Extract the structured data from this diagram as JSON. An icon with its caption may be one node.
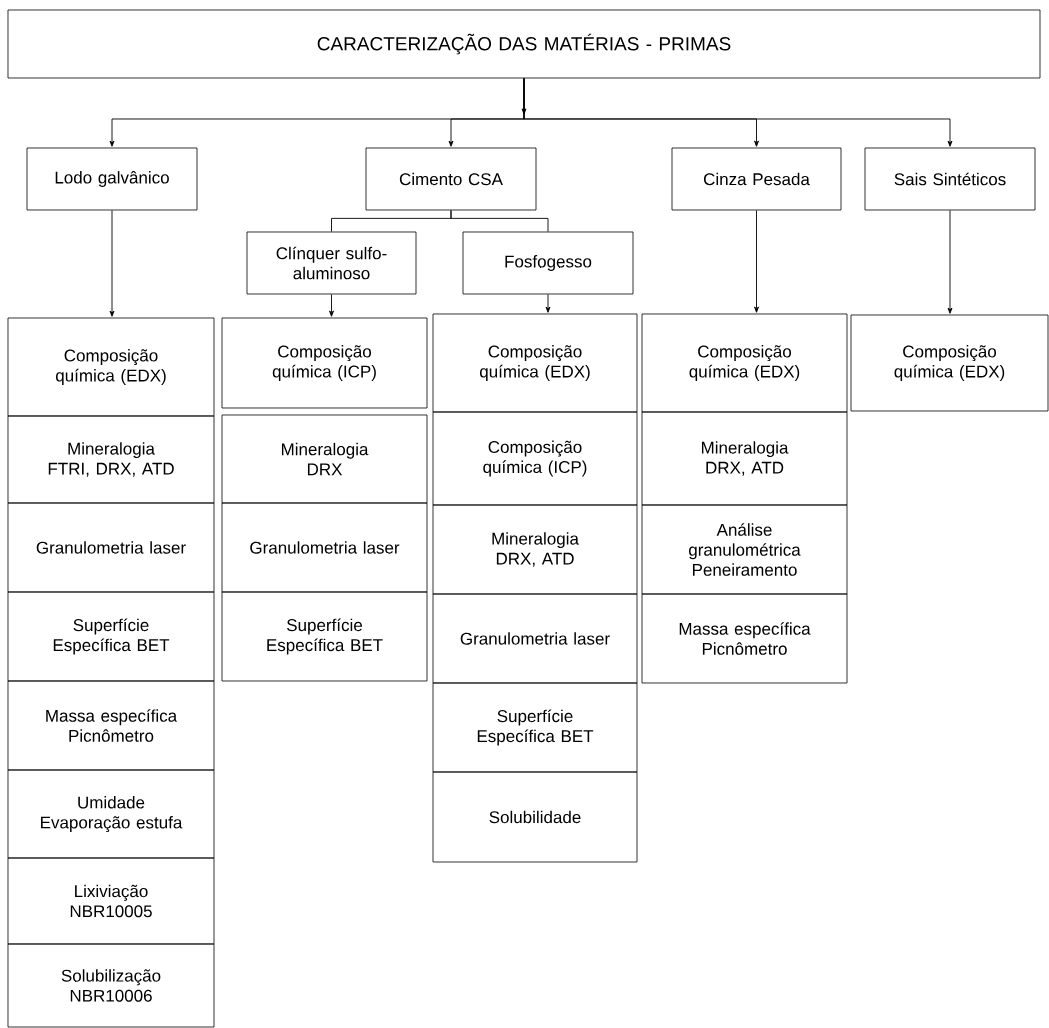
{
  "diagram": {
    "nodes": [
      {
        "text": [
          "CARACTERIZAÇÃO DAS MATÉRIAS - PRIMAS"
        ]
      },
      {
        "text": [
          "Lodo galvânico"
        ]
      },
      {
        "text": [
          "Cimento CSA"
        ]
      },
      {
        "text": [
          "Cinza Pesada"
        ]
      },
      {
        "text": [
          "Sais Sintéticos"
        ]
      },
      {
        "text": [
          "Clínquer sulfo-aluminoso"
        ]
      },
      {
        "text": [
          "Fosfogesso"
        ]
      },
      {
        "text": [
          "Composição química (EDX)"
        ]
      },
      {
        "text": [
          "Mineralogia FTRI, DRX, ATD"
        ]
      },
      {
        "text": [
          "Granulometria laser"
        ]
      },
      {
        "text": [
          "Superfície Específica BET"
        ]
      },
      {
        "text": [
          "Massa específica Picnômetro"
        ]
      },
      {
        "text": [
          "Umidade Evaporação estufa"
        ]
      },
      {
        "text": [
          "Lixiviação NBR10005"
        ]
      },
      {
        "text": [
          "Solubilização NBR10006"
        ]
      },
      {
        "text": [
          "Composição química (ICP)"
        ]
      },
      {
        "text": [
          "Mineralogia DRX"
        ]
      },
      {
        "text": [
          "Granulometria laser"
        ]
      },
      {
        "text": [
          "Superfície Específica BET"
        ]
      },
      {
        "text": [
          "Composição química (EDX)"
        ]
      },
      {
        "text": [
          "Composição química (ICP)"
        ]
      },
      {
        "text": [
          "Mineralogia DRX, ATD"
        ]
      },
      {
        "text": [
          "Granulometria laser"
        ]
      },
      {
        "text": [
          "Superfície Específica BET"
        ]
      },
      {
        "text": [
          "Solubilidade"
        ]
      },
      {
        "text": [
          "Composição química (EDX)"
        ]
      },
      {
        "text": [
          "Mineralogia DRX, ATD"
        ]
      },
      {
        "text": [
          "Análise granulométrica Peneiramento"
        ]
      },
      {
        "text": [
          "Massa específica Picnômetro"
        ]
      },
      {
        "text": [
          "Composição química (EDX)"
        ]
      }
    ],
    "edges": [
      {
        "from": 0,
        "to": 1,
        "arrow": "to"
      },
      {
        "from": 0,
        "to": 2,
        "arrow": "to"
      },
      {
        "from": 0,
        "to": 3,
        "arrow": "to"
      },
      {
        "from": 0,
        "to": 4,
        "arrow": "to"
      },
      {
        "from": 2,
        "to": 5,
        "arrow": "none"
      },
      {
        "from": 2,
        "to": 6,
        "arrow": "none"
      },
      {
        "from": 1,
        "to": 7,
        "arrow": "to"
      },
      {
        "from": 5,
        "to": 15,
        "arrow": "to"
      },
      {
        "from": 6,
        "to": 19,
        "arrow": "to"
      },
      {
        "from": 3,
        "to": 25,
        "arrow": "to"
      },
      {
        "from": 4,
        "to": 29,
        "arrow": "to"
      }
    ]
  }
}
